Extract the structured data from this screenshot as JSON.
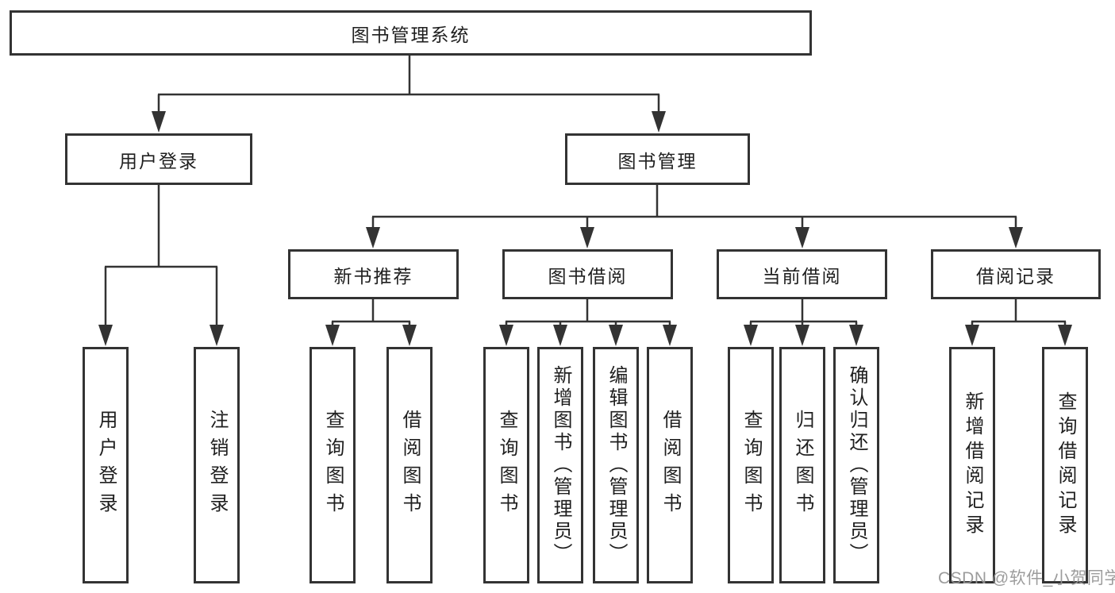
{
  "diagram": {
    "title": "图书管理系统",
    "root": {
      "label": "图书管理系统"
    },
    "level2": [
      {
        "label": "用户登录",
        "children": [
          {
            "label": "用户登录"
          },
          {
            "label": "注销登录"
          }
        ]
      },
      {
        "label": "图书管理"
      }
    ],
    "level3": [
      {
        "label": "新书推荐",
        "children": [
          {
            "label": "查询图书"
          },
          {
            "label": "借阅图书"
          }
        ]
      },
      {
        "label": "图书借阅",
        "children": [
          {
            "label": "查询图书"
          },
          {
            "label": "新增图书（管理员）"
          },
          {
            "label": "编辑图书（管理员）"
          },
          {
            "label": "借阅图书"
          }
        ]
      },
      {
        "label": "当前借阅",
        "children": [
          {
            "label": "查询图书"
          },
          {
            "label": "归还图书"
          },
          {
            "label": "确认归还（管理员）"
          }
        ]
      },
      {
        "label": "借阅记录",
        "children": [
          {
            "label": "新增借阅记录"
          },
          {
            "label": "查询借阅记录"
          }
        ]
      }
    ]
  },
  "watermark": {
    "text": "CSDN @软件_小贺同学"
  },
  "colors": {
    "line": "#333333",
    "box_border": "#333333",
    "text": "#1f1f1f",
    "background": "#ffffff",
    "watermark": "#949494"
  }
}
